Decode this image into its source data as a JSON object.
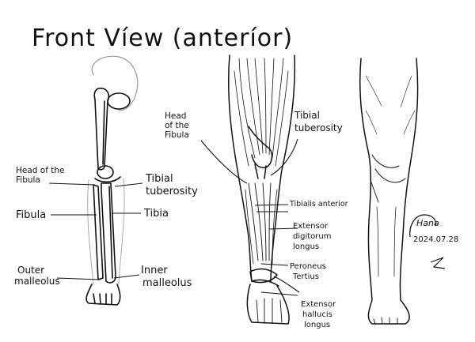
{
  "title": "Front Víew (anteríor)",
  "labels": {
    "skeleton": {
      "head_fibula": [
        "Head of the",
        "Fibula"
      ],
      "tibial_tuberosity": [
        "Tibial",
        "tuberosity"
      ],
      "fibula": "Fibula",
      "tibia": "Tibia",
      "outer_malleolus": [
        "Outer",
        "malleolus"
      ],
      "inner_malleolus": [
        "Inner",
        "malleolus"
      ]
    },
    "muscle": {
      "head_fibula": [
        "Head",
        "of the",
        "Fibula"
      ],
      "tibial_tuberosity": [
        "Tibial",
        "tuberosity"
      ],
      "tibialis_anterior": "Tibialis anterior",
      "extensor_digitorum": [
        "Extensor",
        "digitorum",
        "longus"
      ],
      "peroneus_tertius": [
        "Peroneus",
        "Tertius"
      ],
      "extensor_hallucis": [
        "Extensor",
        "hallucis",
        "longus"
      ]
    }
  },
  "signature": {
    "name": "Hana",
    "date": "2024.07.28"
  }
}
